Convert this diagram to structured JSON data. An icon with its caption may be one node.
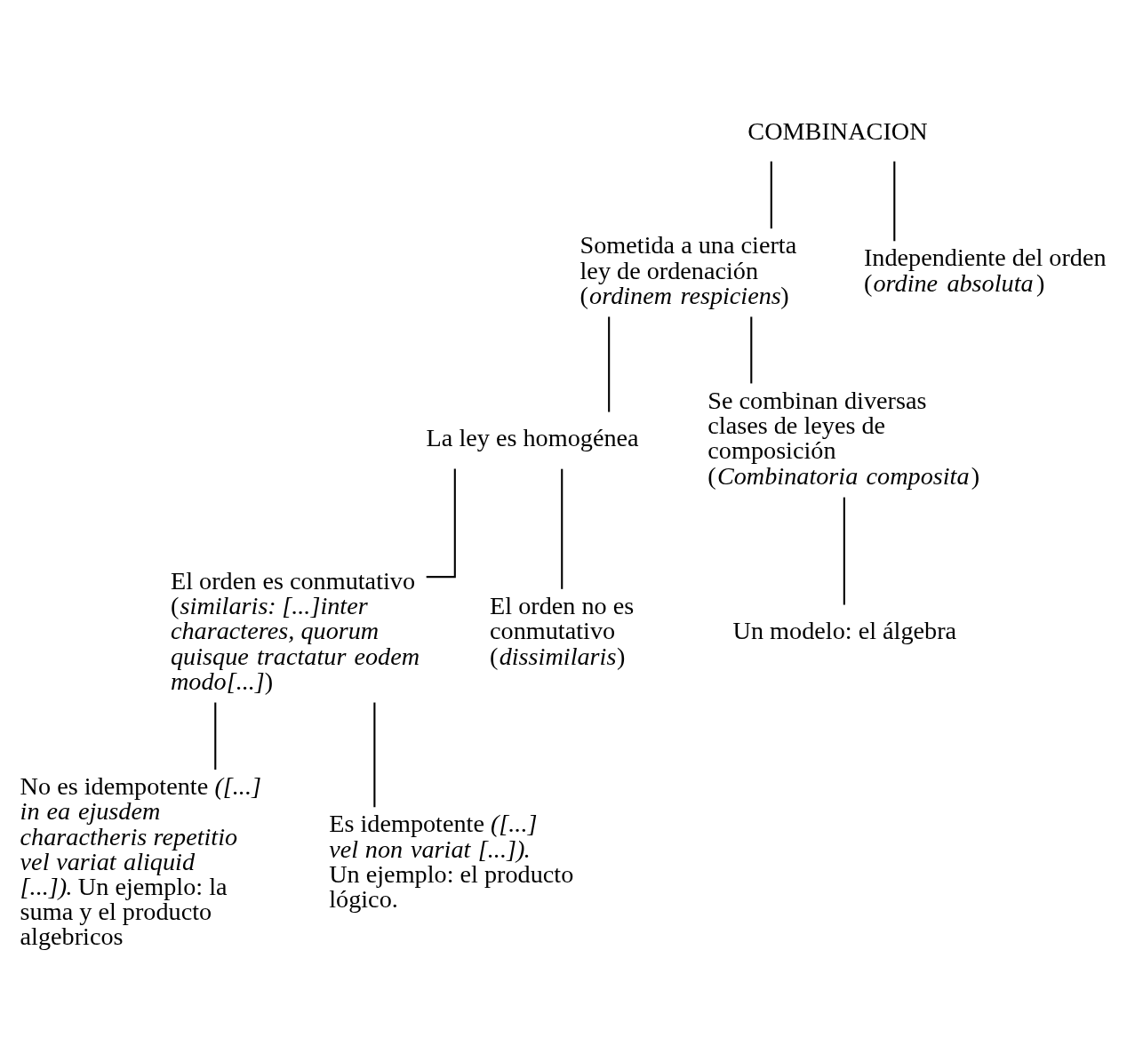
{
  "diagram": {
    "nodes": [
      {
        "text": [
          "COMBINACION"
        ]
      },
      {
        "text": [
          "Sometida a una cierta ley de ordenación (*ordinem respiciens*)"
        ]
      },
      {
        "text": [
          "Independiente del orden (*ordine absoluta*)"
        ]
      },
      {
        "text": [
          "La ley es homogénea"
        ]
      },
      {
        "text": [
          "Se combinan diversas clases de leyes de composición (*Combinatoria composita*)"
        ]
      },
      {
        "text": [
          "El orden es conmutativo (*similaris: [...]inter characteres, quorum quisque tractatur eodem modo[...]*)"
        ]
      },
      {
        "text": [
          "El orden no es conmutativo (*dissimilaris*)"
        ]
      },
      {
        "text": [
          "Un modelo: el álgebra"
        ]
      },
      {
        "text": [
          "No es idempotente *([...] in ea ejusdem charactheris repetitio vel variat aliquid [...])*. Un ejemplo: la suma y el producto algebricos"
        ]
      },
      {
        "text": [
          "Es idempotente *([...] vel non variat [...])*. Un ejemplo: el producto lógico."
        ]
      }
    ],
    "edges": [
      {
        "from": 0,
        "to": 1,
        "arrow": "none"
      },
      {
        "from": 0,
        "to": 2,
        "arrow": "none"
      },
      {
        "from": 1,
        "to": 3,
        "arrow": "none"
      },
      {
        "from": 1,
        "to": 4,
        "arrow": "none"
      },
      {
        "from": 3,
        "to": 5,
        "arrow": "none"
      },
      {
        "from": 3,
        "to": 6,
        "arrow": "none"
      },
      {
        "from": 4,
        "to": 7,
        "arrow": "none"
      },
      {
        "from": 5,
        "to": 8,
        "arrow": "none"
      },
      {
        "from": 5,
        "to": 9,
        "arrow": "none"
      }
    ]
  }
}
